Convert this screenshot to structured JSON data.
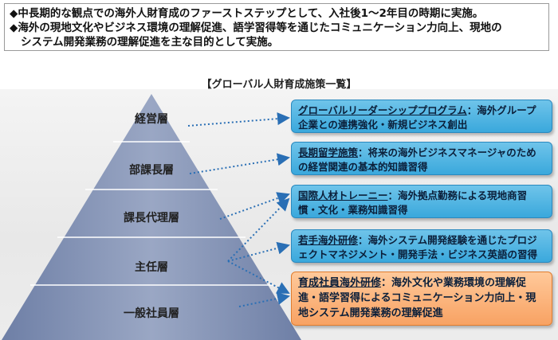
{
  "intro": {
    "line1": "◆中長期的な観点での海外人財育成のファーストステップとして、入社後1～2年目の時期に実施。",
    "line2": "◆海外の現地文化やビジネス環境の理解促進、語学習得等を通じたコミュニケーション力向上、現地の",
    "line3": "システム開発業務の理解促進を主な目的として実施。"
  },
  "diagram_title": "【グローバル人財育成施策一覧】",
  "pyramid": {
    "levels": [
      "経営層",
      "部課長層",
      "課長代理層",
      "主任層",
      "一般社員層"
    ]
  },
  "programs": [
    {
      "name": "グローバルリーダーシッププログラム",
      "desc": "：海外グループ企業との連携強化・新規ビジネス創出"
    },
    {
      "name": "長期留学施策",
      "desc": "：将来の海外ビジネスマネージャのための経営関連の基本的知識習得"
    },
    {
      "name": "国際人材トレーニー",
      "desc": "：海外拠点勤務による現地商習慣・文化・業務知識習得"
    },
    {
      "name": "若手海外研修",
      "desc": "：海外システム開発経験を通じたプロジェクトマネジメント・開発手法・ビジネス英語の習得"
    },
    {
      "name": "育成社員海外研修",
      "desc": "：海外文化や業務環境の理解促進・語学習得によるコミュニケーション力向上・現地システム開発業務の理解促進"
    }
  ],
  "colors": {
    "pyramid_fill": "#7f8fb2",
    "box_blue": "#3aa8dc",
    "box_orange": "#f8a263",
    "connector": "#2a6fb5"
  }
}
